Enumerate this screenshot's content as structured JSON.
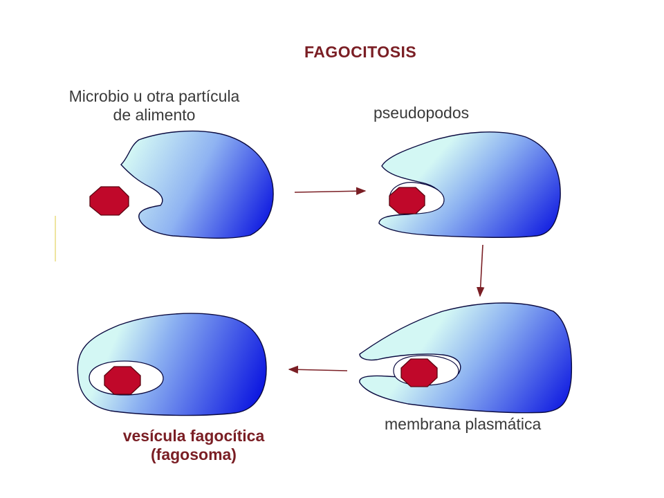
{
  "title": "FAGOCITOSIS",
  "labels": {
    "microbe": "Microbio u otra partícula\nde alimento",
    "pseudopods": "pseudopodos",
    "membrane": "membrana plasmática",
    "vesicle": "vesícula fagocítica\n(fagosoma)"
  },
  "colors": {
    "cell_light": "#d3f7f4",
    "cell_dark": "#0a14e0",
    "particle": "#c0082a",
    "arrow": "#7a1e24",
    "title": "#7a1e24"
  }
}
